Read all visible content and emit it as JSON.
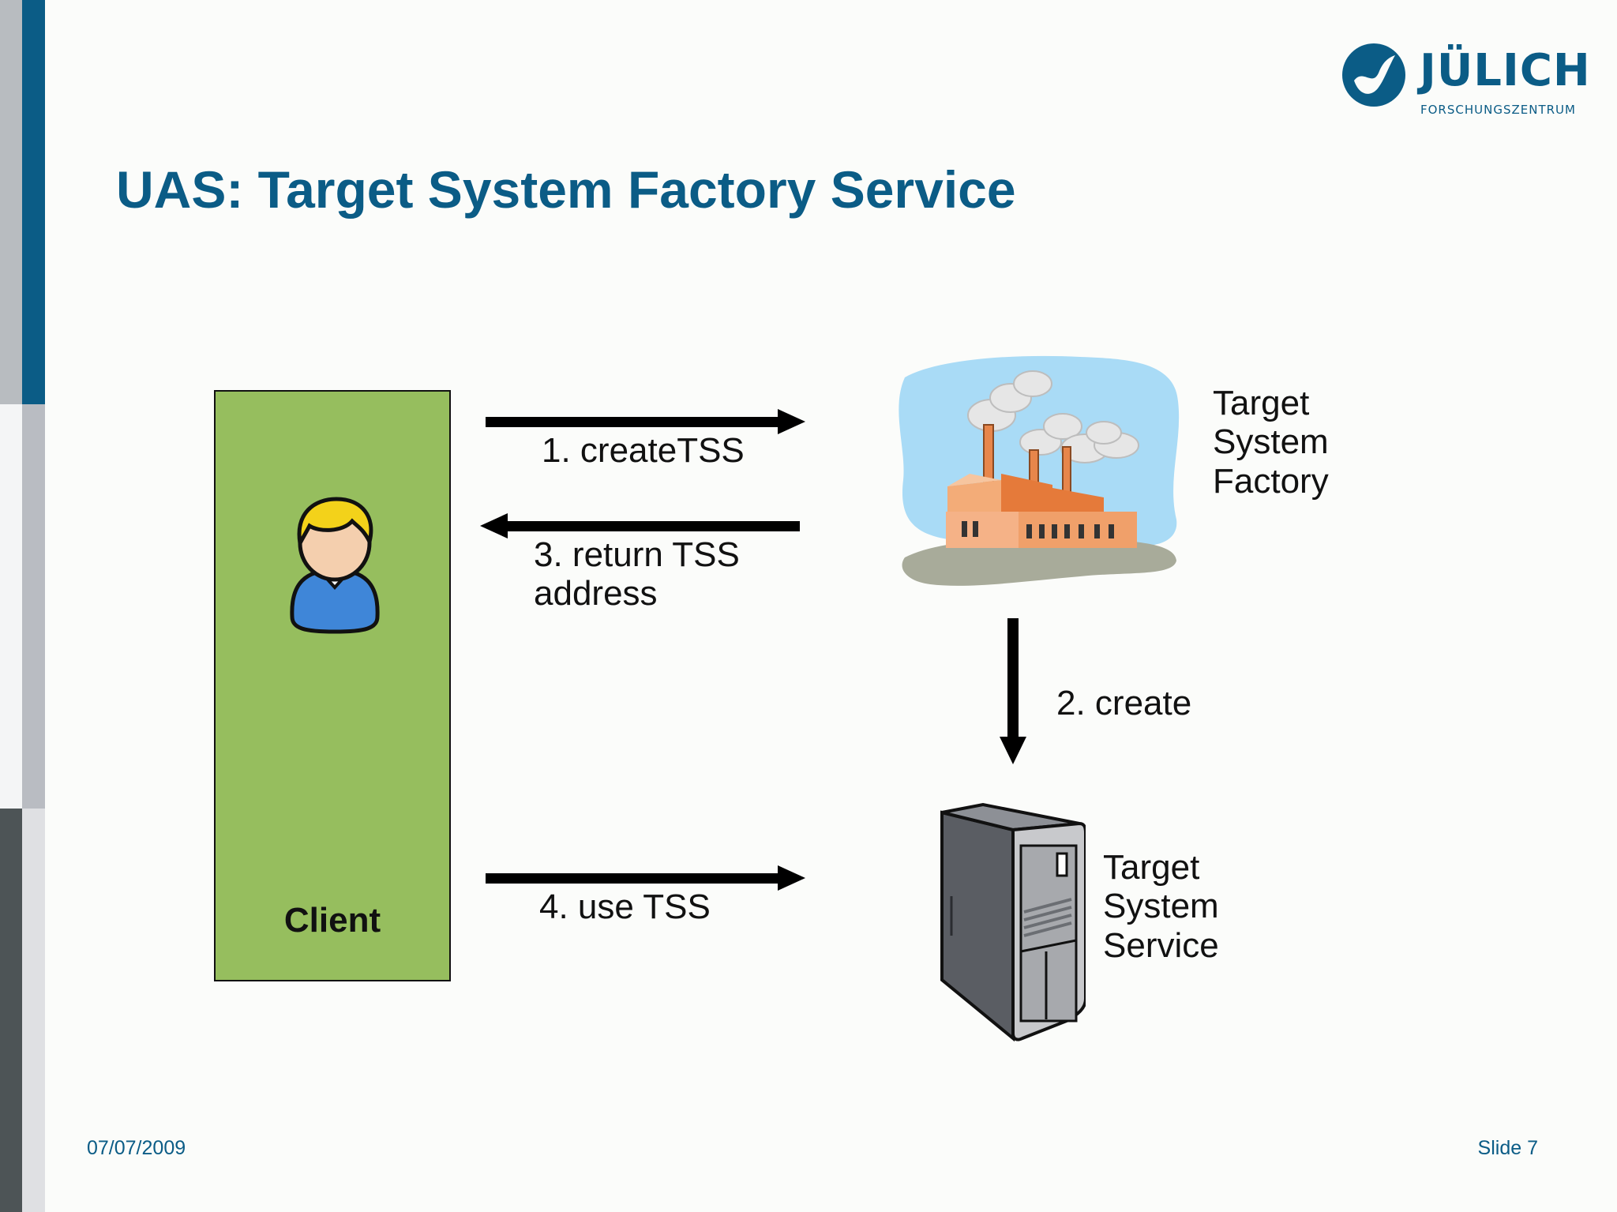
{
  "colors": {
    "accent": "#0b5c86",
    "client_fill": "#96be5e",
    "arrow": "#000000"
  },
  "logo": {
    "name": "JÜLICH",
    "subtitle": "FORSCHUNGSZENTRUM"
  },
  "slide": {
    "title": "UAS: Target System Factory Service",
    "date": "07/07/2009",
    "number_label": "Slide 7"
  },
  "diagram": {
    "client": {
      "label": "Client",
      "icon": "user-icon"
    },
    "factory": {
      "label": "Target\nSystem\nFactory",
      "icon": "factory-icon"
    },
    "service": {
      "label": "Target\nSystem\nService",
      "icon": "server-icon"
    },
    "steps": [
      {
        "label": "1. createTSS",
        "direction": "right"
      },
      {
        "label": "2. create",
        "direction": "down"
      },
      {
        "label": "3. return TSS\naddress",
        "direction": "left"
      },
      {
        "label": "4. use TSS",
        "direction": "right"
      }
    ]
  }
}
